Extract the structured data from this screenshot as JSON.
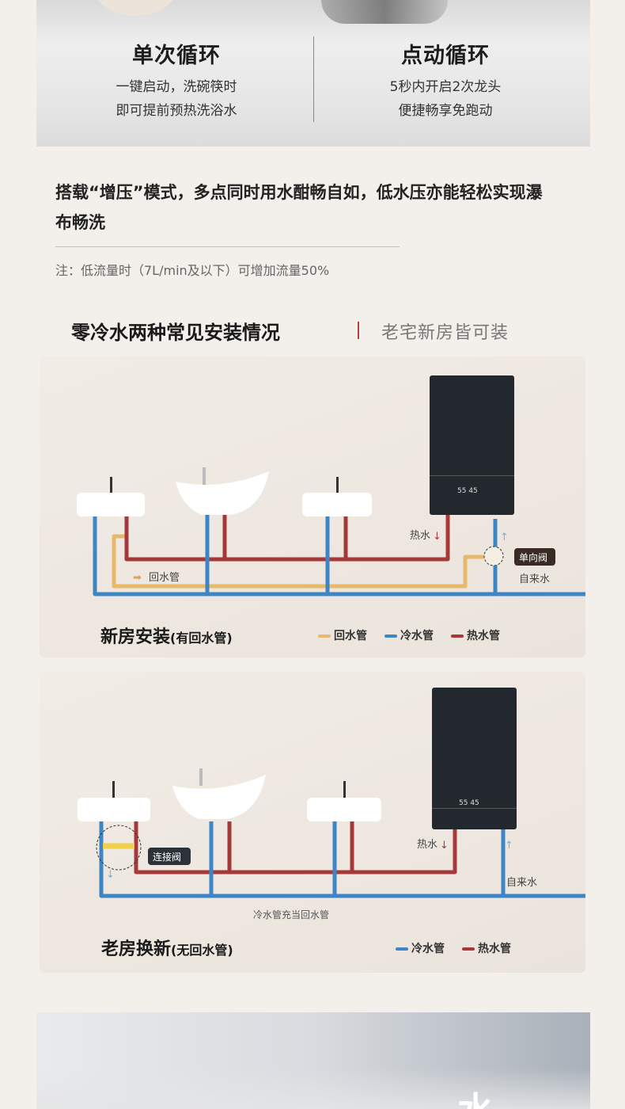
{
  "modes": [
    {
      "title": "单次循环",
      "lines": [
        "一键启动，洗碗筷时",
        "即可提前预热洗浴水"
      ]
    },
    {
      "title": "点动循环",
      "lines": [
        "5秒内开启2次龙头",
        "便捷畅享免跑动"
      ]
    }
  ],
  "boost": {
    "text": "搭载“增压”模式，多点同时用水酣畅自如，低水压亦能轻松实现瀑布畅洗",
    "note": "注：低流量时（7L/min及以下）可增加流量50%"
  },
  "section": {
    "title": "零冷水两种常见安装情况",
    "subtitle": "老宅新房皆可装"
  },
  "colors": {
    "cold": "#3d86c6",
    "hot": "#a5393a",
    "return": "#e8b96a",
    "accent": "#b0413e"
  },
  "new_house": {
    "title": "新房安装",
    "subtitle": "(有回水管)",
    "labels": {
      "hot_water": "热水",
      "return_pipe": "回水管",
      "check_valve": "单向阀",
      "tap_water": "自来水"
    },
    "legend": [
      "回水管",
      "冷水管",
      "热水管"
    ],
    "display": "55 45"
  },
  "old_house": {
    "title": "老房换新",
    "subtitle": "(无回水管)",
    "labels": {
      "hot_water": "热水",
      "connect_valve": "连接阀",
      "tap_water": "自来水",
      "caption": "冷水管充当回水管"
    },
    "legend": [
      "冷水管",
      "热水管"
    ],
    "display": "55 45"
  },
  "bottom": {
    "glyph": "水"
  }
}
